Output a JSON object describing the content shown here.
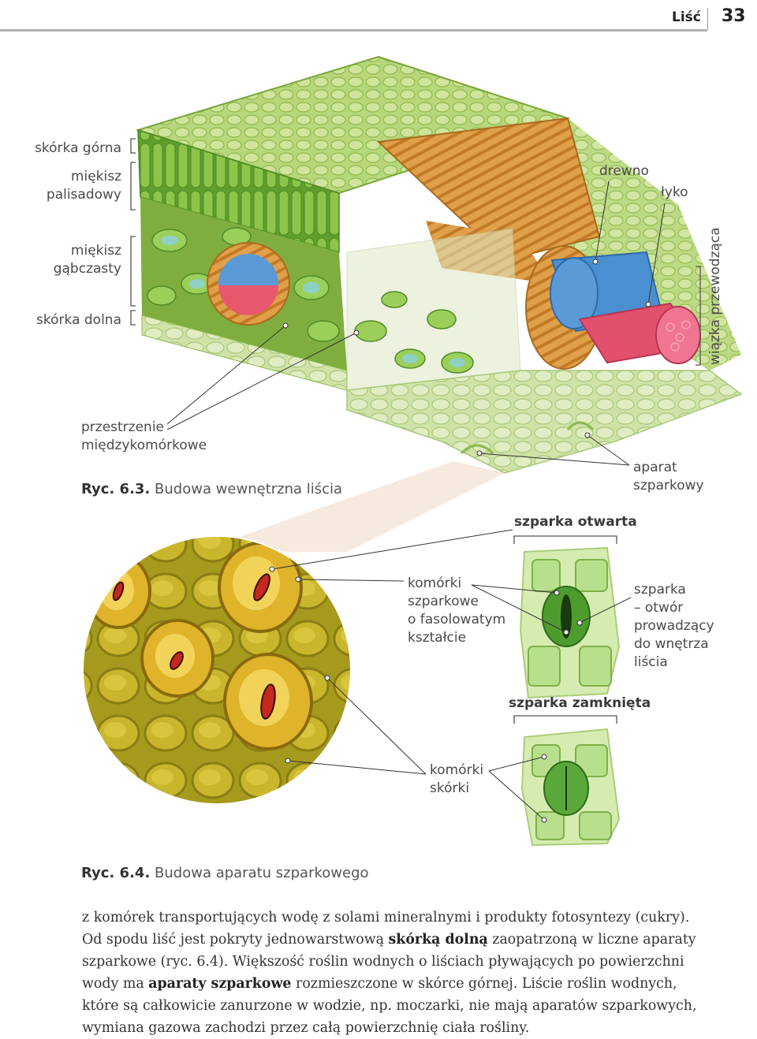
{
  "header": {
    "chapter": "Liść",
    "page_number": "33"
  },
  "figure1": {
    "caption_number": "Ryc. 6.3.",
    "caption_text": "Budowa wewnętrzna liścia",
    "labels": {
      "upper_epidermis": "skórka górna",
      "palisade_1": "miękisz",
      "palisade_2": "palisadowy",
      "spongy_1": "miękisz",
      "spongy_2": "gąbczasty",
      "lower_epidermis": "skórka dolna",
      "xylem": "drewno",
      "phloem": "łyko",
      "vascular_bundle": "wiązka przewodząca",
      "intercellular_1": "przestrzenie",
      "intercellular_2": "międzykomórkowe",
      "stomata_1": "aparat",
      "stomata_2": "szparkowy"
    }
  },
  "figure2": {
    "caption_number": "Ryc. 6.4.",
    "caption_text": "Budowa aparatu szparkowego",
    "labels": {
      "stoma_open": "szparka otwarta",
      "stoma_closed": "szparka zamknięta",
      "guard_1": "komórki",
      "guard_2": "szparkowe",
      "guard_3": "o fasolowatym",
      "guard_4": "kształcie",
      "pore_1": "szparka",
      "pore_2": "– otwór",
      "pore_3": "prowadzący",
      "pore_4": "do wnętrza",
      "pore_5": "liścia",
      "epi_1": "komórki",
      "epi_2": "skórki"
    }
  },
  "body": {
    "line1": "z komórek transportujących wodę z solami mineralnymi i produkty fotosyntezy (cukry).",
    "l2a": "Od spodu liść jest pokryty jednowarstwową ",
    "l2b": "skórką dolną",
    "l2c": " zaopatrzoną w liczne aparaty",
    "line3a": "szparkowe (ryc. 6.4). Większość roślin wodnych o liściach pływających po powierzchni",
    "l4a": "wody ma ",
    "l4b": "aparaty szparkowe",
    "l4c": " rozmieszczone w skórce górnej. Liście roślin wodnych,",
    "line5": "które są całkowicie zanurzone w wodzie, np. moczarki, nie mają aparatów szparkowych,",
    "line6": "wymiana gazowa zachodzi przez całą powierzchnię ciała rośliny."
  },
  "colors": {
    "xylem_blue": "#4a8fd0",
    "phloem_red": "#e3506c",
    "palisade_green": "#7dbb3c",
    "spongy_green": "#9cc95a",
    "bundle_sheath": "#d9993a"
  }
}
